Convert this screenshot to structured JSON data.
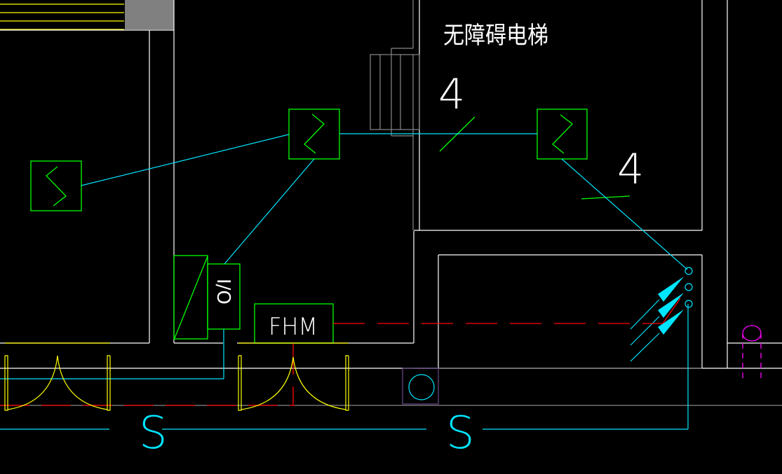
{
  "drawing": {
    "room_label": "无障碍电梯",
    "cable_count_labels": [
      "4",
      "4"
    ],
    "equipment_labels": {
      "io_module": "I/O",
      "fire_door_monitor": "FHM"
    },
    "line_type_markers": [
      "S",
      "S"
    ],
    "colors": {
      "background": "#000000",
      "walls": "#ffffff",
      "stairs": "#888888",
      "doors": "#ffff00",
      "devices": "#00ff00",
      "signal_wiring": "#00e5ff",
      "fire_line": "#ff0000",
      "hydrant": "#ff00ff",
      "shaft_box": "#6a4a8a",
      "fill_block": "#808080"
    },
    "devices": [
      {
        "id": "detector-left",
        "type": "smoke-detector"
      },
      {
        "id": "detector-center",
        "type": "smoke-detector"
      },
      {
        "id": "detector-right",
        "type": "smoke-detector"
      },
      {
        "id": "io-module",
        "type": "io-module"
      },
      {
        "id": "fhm-module",
        "type": "fire-door-monitor"
      },
      {
        "id": "sprinkler-nozzles",
        "type": "nozzle-group",
        "count": 3
      }
    ]
  }
}
